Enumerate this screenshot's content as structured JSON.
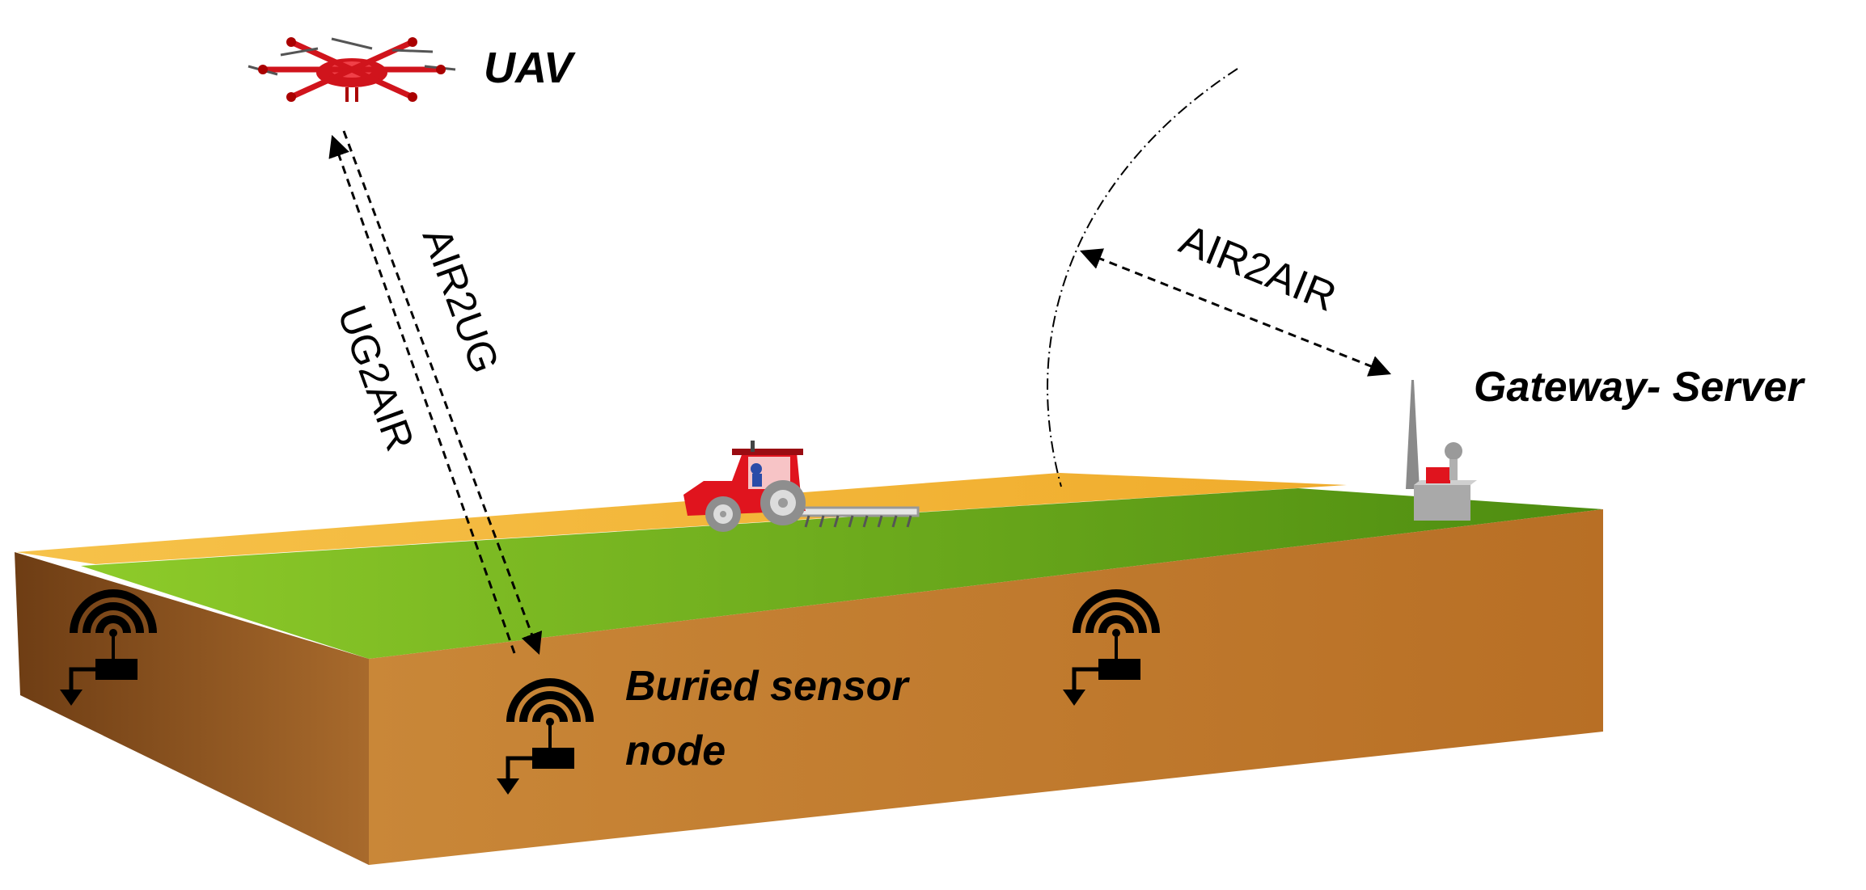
{
  "labels": {
    "uav": "UAV",
    "gateway": "Gateway- Server",
    "buried_line1": "Buried sensor",
    "buried_line2": "node",
    "air2ug": "AIR2UG",
    "ug2air": "UG2AIR",
    "air2air": "AIR2AIR"
  },
  "colors": {
    "soil_front": "#c98436",
    "soil_left": "#8a5323",
    "grass": "#6aa81e",
    "crop": "#f3b93a",
    "tractor": "#e0141e",
    "drone": "#d0141c"
  }
}
